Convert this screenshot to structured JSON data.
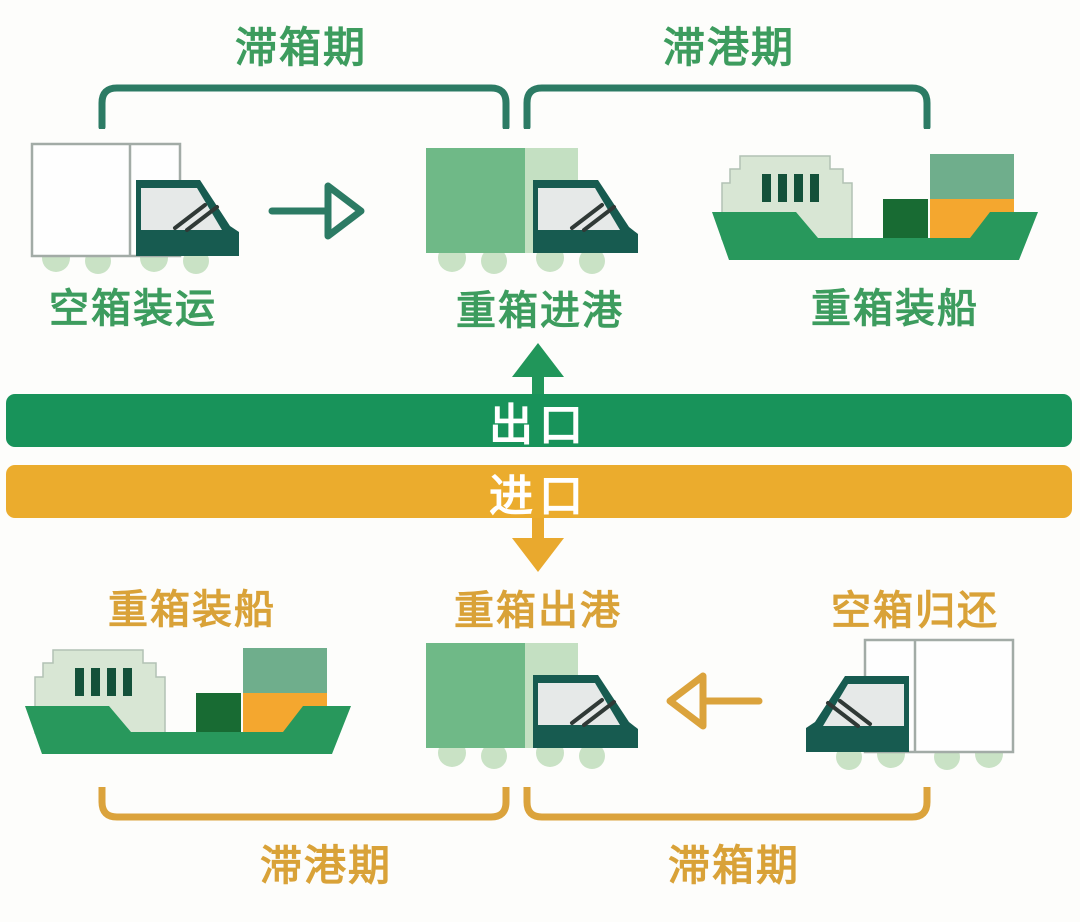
{
  "export_flow": {
    "periods": [
      {
        "label": "滞箱期"
      },
      {
        "label": "滞港期"
      }
    ],
    "steps": [
      {
        "label": "空箱装运",
        "icon": "empty-container-truck"
      },
      {
        "label": "重箱进港",
        "icon": "loaded-container-truck"
      },
      {
        "label": "重箱装船",
        "icon": "container-ship"
      }
    ],
    "bar": {
      "label": "出口"
    }
  },
  "import_flow": {
    "bar": {
      "label": "进口"
    },
    "steps": [
      {
        "label": "重箱装船",
        "icon": "container-ship"
      },
      {
        "label": "重箱出港",
        "icon": "loaded-container-truck"
      },
      {
        "label": "空箱归还",
        "icon": "empty-container-truck"
      }
    ],
    "periods": [
      {
        "label": "滞港期"
      },
      {
        "label": "滞箱期"
      }
    ]
  },
  "colors": {
    "export_green_bar": "#18935A",
    "import_orange_bar": "#EBAC2D",
    "green_text": "#3D9C5E",
    "green_line": "#2C7B64",
    "orange_text": "#D9A238",
    "orange_line": "#DBA33C",
    "truck_cab": "#175B50",
    "loaded_box": "#6FB987",
    "ship_hull": "#28985C",
    "container_orange": "#F4A72F",
    "bar_text": "#FFFFFF"
  }
}
